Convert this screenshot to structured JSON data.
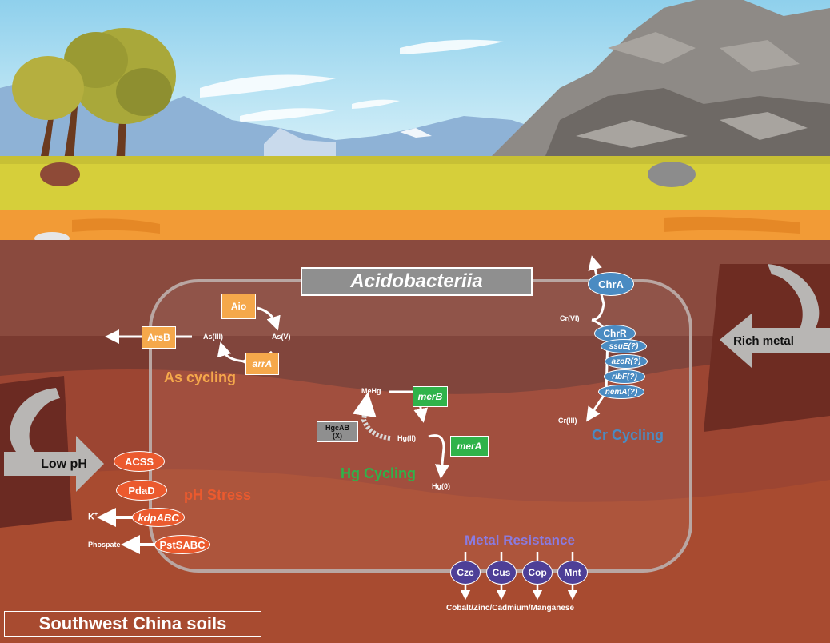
{
  "title": "Acidobacteriia",
  "location_label": "Southwest China soils",
  "environment": {
    "left_arrow": "Low pH",
    "right_arrow": "Rich metal"
  },
  "as_cycling": {
    "title": "As cycling",
    "genes": {
      "aio": "Aio",
      "arrA": "arrA",
      "arsB": "ArsB"
    },
    "species": {
      "as3": "As(III)",
      "as5": "As(V)"
    }
  },
  "hg_cycling": {
    "title": "Hg Cycling",
    "genes": {
      "merB": "merB",
      "merA": "merA",
      "hgcAB_line1": "HgcAB",
      "hgcAB_line2": "(X)"
    },
    "species": {
      "mehg": "MeHg",
      "hg2": "Hg(II)",
      "hg0": "Hg(0)"
    }
  },
  "cr_cycling": {
    "title": "Cr Cycling",
    "genes": {
      "chrA": "ChrA",
      "chrR": "ChrR",
      "ssuE": "ssuE(?)",
      "azoR": "azoR(?)",
      "ribF": "ribF(?)",
      "nemA": "nemA(?)"
    },
    "species": {
      "cr6": "Cr(VI)",
      "cr3": "Cr(III)"
    }
  },
  "ph_stress": {
    "title": "pH Stress",
    "genes": {
      "acss": "ACSS",
      "pdaD": "PdaD",
      "kdpABC": "kdpABC",
      "pstSABC": "PstSABC"
    },
    "outputs": {
      "k_ion": "K",
      "k_sup": "+",
      "phosphate": "Phospate"
    }
  },
  "metal_resistance": {
    "title": "Metal Resistance",
    "genes": {
      "czc": "Czc",
      "cus": "Cus",
      "cop": "Cop",
      "mnt": "Mnt"
    },
    "metals": "Cobalt/Zinc/Cadmium/Manganese"
  },
  "colors": {
    "as": "#F5A84B",
    "hg": "#2FB34A",
    "cr": "#4A8BC2",
    "ph": "#EB5A2E",
    "metal": "#4E3F97",
    "metal_title": "#8A7BE0",
    "sky": "#B7E2F2",
    "grass": "#D9D23A",
    "soil_orange": "#F29B36",
    "soil_dark": "#6B2A22"
  }
}
